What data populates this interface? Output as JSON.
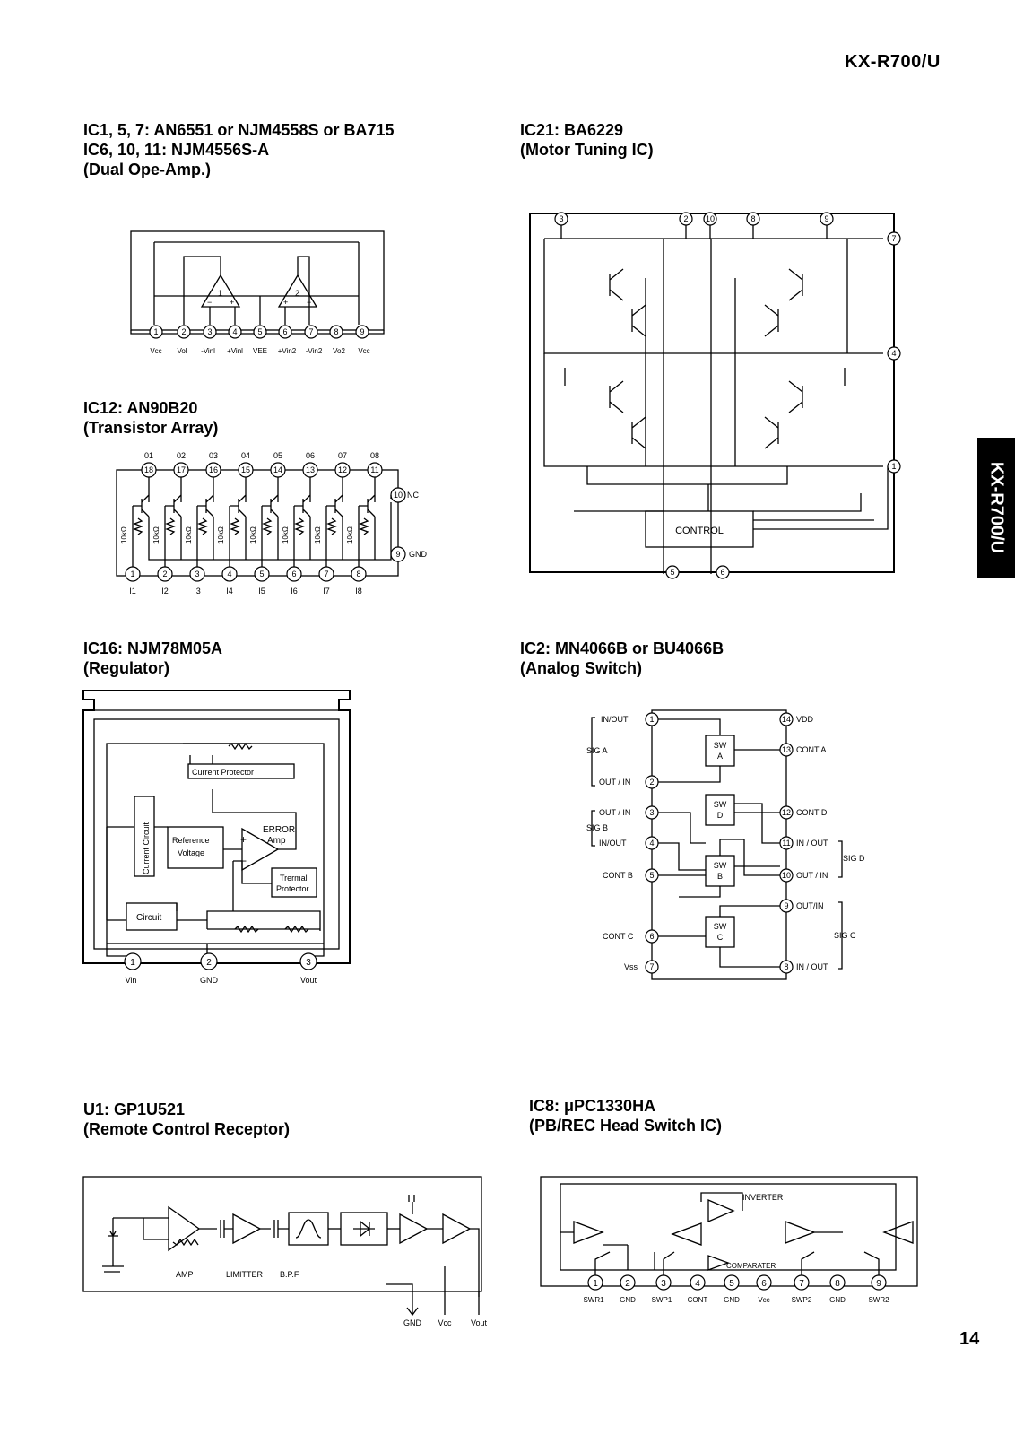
{
  "header": {
    "model": "KX-R700/U"
  },
  "side_tab": {
    "label": "KX-R700/U"
  },
  "page_number": "14",
  "ic_opamp": {
    "title_line1": "IC1, 5, 7: AN6551 or NJM4558S or BA715",
    "title_line2": "IC6, 10, 11: NJM4556S-A",
    "title_line3": "(Dual Ope-Amp.)",
    "pin_labels": [
      "Vcc",
      "Vol",
      "-Vinl",
      "+Vinl",
      "VEE",
      "+Vin2",
      "-Vin2",
      "Vo2",
      "Vcc"
    ]
  },
  "ic_transistor_array": {
    "title_line1": "IC12: AN90B20",
    "title_line2": "(Transistor Array)",
    "top_labels": [
      "01",
      "02",
      "03",
      "04",
      "05",
      "06",
      "07",
      "08"
    ],
    "bottom_labels": [
      "I1",
      "I2",
      "I3",
      "I4",
      "I5",
      "I6",
      "I7",
      "I8"
    ],
    "resistor_label": "10kΩ",
    "nc_label": "NC",
    "gnd_label": "GND"
  },
  "ic_regulator": {
    "title_line1": "IC16: NJM78M05A",
    "title_line2": "(Regulator)",
    "current_protector": "Current Protector",
    "current_circuit": "Current Circuit",
    "reference_voltage_1": "Reference",
    "reference_voltage_2": "Voltage",
    "error_amp_1": "ERROR",
    "error_amp_2": "Amp",
    "thermal_1": "Trermal",
    "thermal_2": "Protector",
    "circuit": "Circuit",
    "pin_labels": [
      "Vin",
      "GND",
      "Vout"
    ]
  },
  "ic_motor": {
    "title_line1": "IC21: BA6229",
    "title_line2": "(Motor Tuning IC)",
    "control_label": "CONTROL"
  },
  "ic_switch": {
    "title_line1": "IC2: MN4066B or BU4066B",
    "title_line2": "(Analog Switch)",
    "left_labels": [
      "IN/OUT",
      "SIG A",
      "OUT / IN",
      "OUT / IN",
      "SIG B",
      "IN/OUT",
      "CONT B",
      "CONT C",
      "Vss"
    ],
    "right_labels": [
      "VDD",
      "CONT A",
      "CONT D",
      "IN / OUT",
      "SIG D",
      "OUT / IN",
      "OUT/IN",
      "SIG C",
      "IN / OUT"
    ],
    "switches": [
      "A",
      "D",
      "B",
      "C"
    ],
    "sw_label": "SW"
  },
  "ic_receptor": {
    "title_line1": "U1: GP1U521",
    "title_line2": "(Remote Control Receptor)",
    "amp_label": "AMP",
    "limiter_label": "LIMITTER",
    "bpf_label": "B.P.F",
    "pin_labels": [
      "GND",
      "Vcc",
      "Vout"
    ]
  },
  "ic_headswitch": {
    "title_line1": "IC8: μPC1330HA",
    "title_line2": "(PB/REC Head Switch IC)",
    "inverter_label": "INVERTER",
    "comparator_label": "COMPARATER",
    "pin_labels": [
      "SWR1",
      "GND",
      "SWP1",
      "CONT",
      "GND",
      "Vcc",
      "SWP2",
      "GND",
      "SWR2"
    ]
  }
}
